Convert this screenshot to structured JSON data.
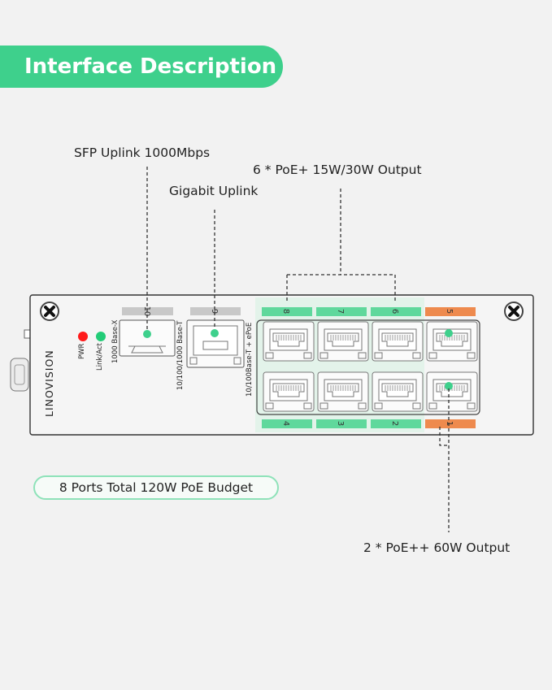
{
  "banner": {
    "title": "Interface Description"
  },
  "callouts": {
    "sfp": "SFP Uplink 1000Mbps",
    "gigabit": "Gigabit Uplink",
    "poe_plus": "6 * PoE+ 15W/30W Output",
    "poe_plusplus": "2 * PoE++ 60W Output"
  },
  "device": {
    "brand": "LINOVISION",
    "led_pwr": "PWR",
    "led_link": "Link/Act",
    "sfp_port_type": "1000 Base-X",
    "rj45_uplink_type": "10/100/1000 Base-T",
    "poe_ports_type": "10/100Base-T + ePoE",
    "port_numbers": {
      "p1": "1",
      "p2": "2",
      "p3": "3",
      "p4": "4",
      "p5": "5",
      "p6": "6",
      "p7": "7",
      "p8": "8",
      "p9": "9",
      "p10": "10"
    }
  },
  "budget": {
    "text": "8 Ports Total 120W PoE Budget"
  },
  "colors": {
    "accent_green": "#3ed08c",
    "poe_plus_green": "#5fd89c",
    "poe_plusplus_orange": "#ee8a4e",
    "uplink_gray": "#c8c8c8",
    "led_red": "#ff1a1a",
    "led_green": "#22cc77"
  }
}
